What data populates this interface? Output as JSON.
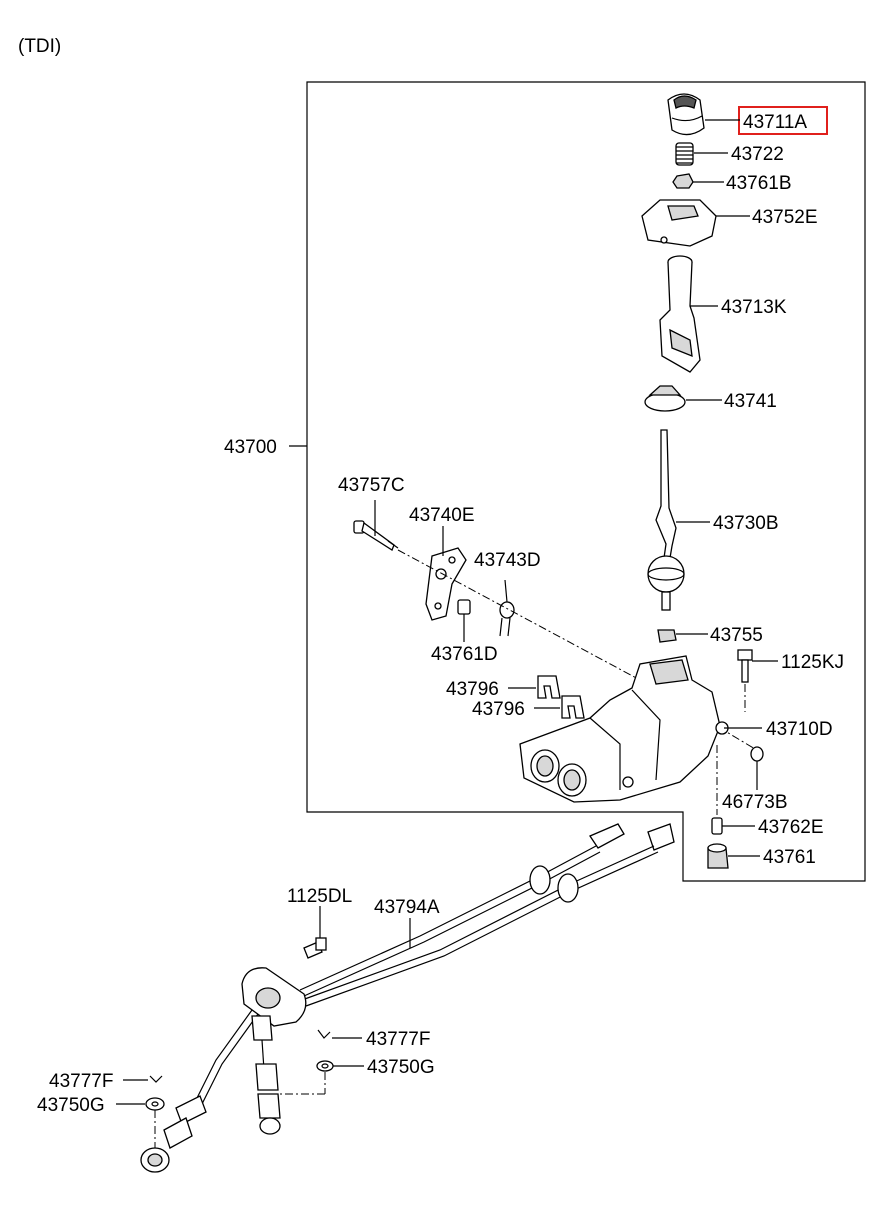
{
  "variant": "(TDI)",
  "highlight_color": "#e0201c",
  "parts": {
    "p43711A": "43711A",
    "p43722": "43722",
    "p43761B": "43761B",
    "p43752E": "43752E",
    "p43713K": "43713K",
    "p43741": "43741",
    "p43700": "43700",
    "p43757C": "43757C",
    "p43740E": "43740E",
    "p43743D": "43743D",
    "p43730B": "43730B",
    "p43761D": "43761D",
    "p43755": "43755",
    "p1125KJ": "1125KJ",
    "p43796a": "43796",
    "p43796b": "43796",
    "p43710D": "43710D",
    "p46773B": "46773B",
    "p43762E": "43762E",
    "p43761": "43761",
    "p1125DL": "1125DL",
    "p43794A": "43794A",
    "p43777F_r": "43777F",
    "p43750G_r": "43750G",
    "p43777F_l": "43777F",
    "p43750G_l": "43750G"
  }
}
